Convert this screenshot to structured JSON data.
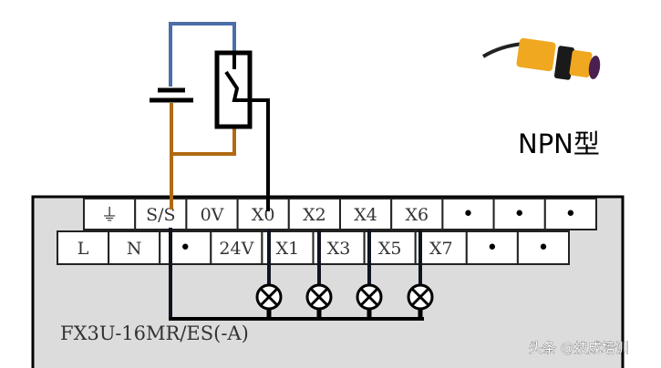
{
  "sensor_type_label": "NPN型",
  "plc_model": "FX3U-16MR/ES(-A)",
  "watermark": "头条 @技成培训",
  "top_row": [
    "⏚",
    "S/S",
    "0V",
    "X0",
    "X2",
    "X4",
    "X6",
    "•",
    "•",
    "•"
  ],
  "bottom_row": [
    "L",
    "N",
    "•",
    "24V",
    "X1",
    "X3",
    "X5",
    "X7",
    "•",
    "•"
  ],
  "colors": {
    "blue_wire": "#4a6ea8",
    "brown_wire": "#b06a10",
    "black_wire": "#000000",
    "plc_body": "#dcdcdc"
  }
}
